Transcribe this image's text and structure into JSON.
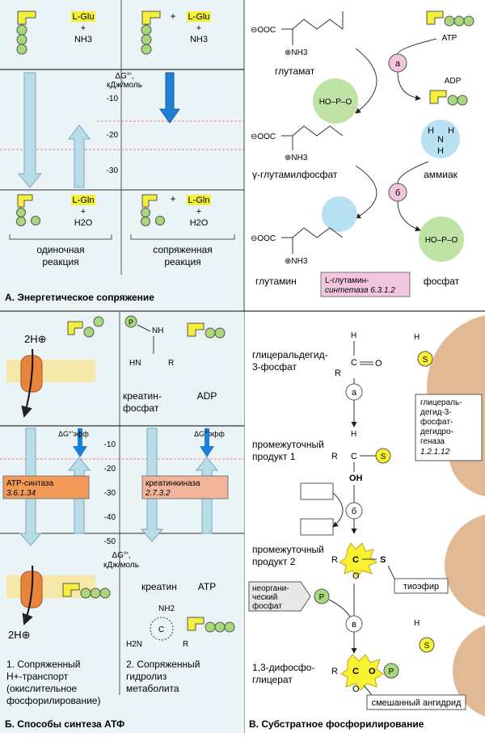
{
  "colors": {
    "panel_bg": "#eaf3f6",
    "energy_arrow": "#b9dde8",
    "energy_arrow_dark": "#1f7fd6",
    "atp_yellow": "#f4ef3a",
    "phosphate_green": "#a8d87a",
    "phosphate_circle": "#bfe3a4",
    "ammonia_blue": "#b8e1f2",
    "enzyme_pink": "#f2c6dc",
    "enzyme_orange": "#f39a58",
    "enzyme_salmon": "#f2b49a",
    "membrane_orange": "#e8843c",
    "protein_tan": "#e2b995",
    "thioester_yellow": "#f8f230"
  },
  "panel_a": {
    "title": "A. Энергетическое сопряжение",
    "reactants_left": [
      "L-Glu",
      "+",
      "NH3"
    ],
    "reactants_right": [
      "L-Glu",
      "+",
      "NH3"
    ],
    "products_left": [
      "L-Gln",
      "+",
      "H2O"
    ],
    "products_right": [
      "L-Gln",
      "+",
      "H2O"
    ],
    "plus": "+",
    "axis_label_1": "ΔG°',",
    "axis_label_2": "кДж/моль",
    "ticks": [
      "-10",
      "-20",
      "-30"
    ],
    "label_single_1": "одиночная",
    "label_single_2": "реакция",
    "label_coupled_1": "сопряженная",
    "label_coupled_2": "реакция"
  },
  "panel_a_right": {
    "coo_minus": "⊖OOC",
    "nh3_plus": "⊕NH3",
    "glutamate": "глутамат",
    "atp": "ATP",
    "adp": "ADP",
    "step_a": "а",
    "step_b": "б",
    "phosphate_group": "HO–P–O",
    "glutamylphosphate": "γ-глутамилфосфат",
    "ammonia": "аммиак",
    "glutamine": "глутамин",
    "phosphate": "фосфат",
    "enzyme_1": "L-глутамин-",
    "enzyme_2": "синтетаза 6.3.1.2",
    "ammonia_atoms": [
      "H",
      "N",
      "H",
      "H"
    ]
  },
  "panel_b": {
    "title": "Б. Способы синтеза АТФ",
    "proton_top": "2H⊕",
    "proton_bottom": "2H⊕",
    "atp_synthase_1": "АТР-синтаза",
    "atp_synthase_2": "3.6.1.34",
    "creatine_kinase_1": "креатинкиназа",
    "creatine_kinase_2": "2.7.3.2",
    "delta_g_eff": "ΔG°'эфф",
    "ticks": [
      "-10",
      "-20",
      "-30",
      "-40",
      "-50"
    ],
    "axis_label_1": "ΔG°',",
    "axis_label_2": "кДж/моль",
    "creatine_phosphate_1": "креатин-",
    "creatine_phosphate_2": "фосфат",
    "adp": "ADP",
    "creatine": "креатин",
    "atp": "ATP",
    "caption_1_l1": "1. Сопряженный",
    "caption_1_l2": "H+-транспорт",
    "caption_1_l3": "(окислительное",
    "caption_1_l4": "фосфорилирование)",
    "caption_2_l1": "2. Сопряженный",
    "caption_2_l2": "гидролиз",
    "caption_2_l3": "метаболита",
    "atoms": {
      "nh": "NH",
      "hn": "HN",
      "r": "R",
      "nh2": "NH2",
      "h2n": "H2N",
      "c": "C"
    }
  },
  "panel_c": {
    "title": "В. Субстратное фосфорилирование",
    "g3p_1": "глицеральдегид-",
    "g3p_2": "3-фосфат",
    "intermediate1_1": "промежуточный",
    "intermediate1_2": "продукт 1",
    "intermediate2_1": "промежуточный",
    "intermediate2_2": "продукт 2",
    "bpg_1": "1,3-дифосфо-",
    "bpg_2": "глицерат",
    "enzyme_1": "глицераль-",
    "enzyme_2": "дегид-3-",
    "enzyme_3": "фосфат-",
    "enzyme_4": "дегидро-",
    "enzyme_5": "геназа",
    "enzyme_6": "1.2.1.12",
    "step_a": "а",
    "step_b": "б",
    "step_c": "в",
    "thioester": "тиоэфир",
    "inorganic_1": "неоргани-",
    "inorganic_2": "ческий",
    "inorganic_3": "фосфат",
    "anhydride": "смешанный ангидрид",
    "atoms": {
      "h": "H",
      "s": "S",
      "r": "R",
      "c": "C",
      "o": "O",
      "oh": "OH",
      "p": "P"
    }
  }
}
